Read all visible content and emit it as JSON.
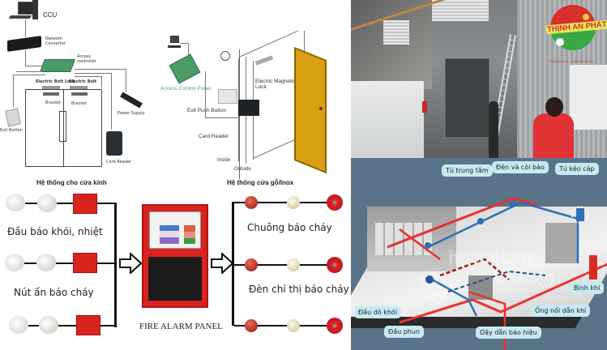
{
  "panel_glass_door": {
    "labels": {
      "ccu": "CCU",
      "network_converter": "Network Converter",
      "access_controller": "Access controller",
      "electric_bolt_lock": "Electric Bolt Lock",
      "electric_bolt": "Electric Bolt",
      "bracket_left": "Bracket",
      "bracket_right": "Bracket",
      "power_supply": "Power Supply",
      "exit_button": "Exit Button",
      "card_reader": "Card Reader"
    },
    "caption": "Hệ thống cho cửa kính"
  },
  "panel_wood_door": {
    "labels": {
      "access_control_panel": "Access Control Panel",
      "electric_magnetic_lock": "Electric Magnetic Lock",
      "exit_push_button": "Exit Push Button",
      "card_reader": "Card Reader",
      "inside": "Inside",
      "outside": "Outside"
    },
    "caption": "Hệ thống cửa gỗ/Inox"
  },
  "panel_photo": {
    "logo_text": "THỊNH AN PHÁT",
    "logo_tagline": "CHỮ LỢI ÍCH - GẮN BỀN LÂU"
  },
  "panel_fire_alarm": {
    "input_labels": [
      "Đầu báo khói, nhiệt",
      "Nút ấn báo cháy"
    ],
    "panel_label": "FIRE ALARM PANEL",
    "output_labels": [
      "Chuông báo cháy",
      "Đèn chỉ thị báo cháy"
    ]
  },
  "panel_gas_system": {
    "callouts": {
      "central_cabinet": "Tủ trung tâm",
      "lights_sirens": "Đèn và còi báo",
      "pull_cabinet": "Tủ kéo cáp",
      "gas_cylinder": "Bình khí",
      "gas_pipe": "Ống nối dẫn khí",
      "signal_wire": "Dây dẫn báo hiệu",
      "nozzle": "Đầu phun",
      "smoke_detector": "Đầu dò khói"
    },
    "watermark": "hoanet.vn"
  },
  "colors": {
    "red_pipe": "#e8322d",
    "blue_pipe": "#2f6fb5",
    "callout_bg": "#c7eaf2",
    "gas_bg": "#5b7388",
    "door_yellow": "#d9a012",
    "alarm_red": "#d9231f",
    "logo_green": "#3aa845"
  }
}
